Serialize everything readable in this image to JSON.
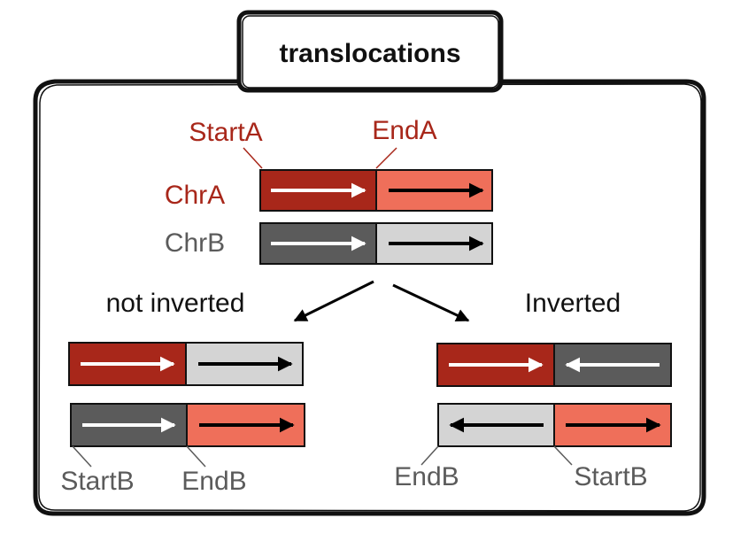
{
  "title": "translocations",
  "labels": {
    "start_a": "StartA",
    "end_a": "EndA",
    "chr_a": "ChrA",
    "chr_b": "ChrB",
    "not_inverted": "not inverted",
    "inverted": "Inverted",
    "start_b_left": "StartB",
    "end_b_left": "EndB",
    "end_b_right": "EndB",
    "start_b_right": "StartB"
  },
  "colors": {
    "chr_a_dark": "#a8271a",
    "chr_a_light": "#ef6f5a",
    "chr_b_dark": "#5b5b5b",
    "chr_b_light": "#d4d4d4",
    "label_red": "#a8271a",
    "label_gray": "#5b5b5b"
  }
}
